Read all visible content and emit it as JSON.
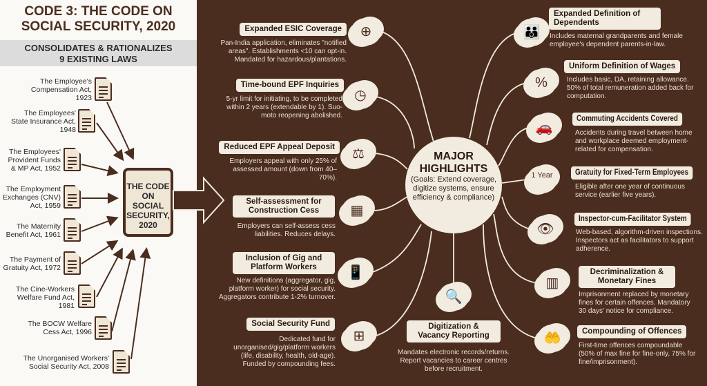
{
  "left": {
    "title_line1": "CODE 3: THE CODE ON",
    "title_line2": "SOCIAL SECURITY, 2020",
    "subtitle_line1": "CONSOLIDATES & RATIONALIZES",
    "subtitle_line2": "9 EXISTING LAWS",
    "laws": [
      {
        "l1": "The Employee's",
        "l2": "Compensation Act,",
        "l3": "1923"
      },
      {
        "l1": "The Employees'",
        "l2": "State Insurance Act,",
        "l3": "1948"
      },
      {
        "l1": "The Employees'",
        "l2": "Provident Funds",
        "l3": "& MP Act, 1952"
      },
      {
        "l1": "The Employment",
        "l2": "Exchanges (CNV)",
        "l3": "Act, 1959"
      },
      {
        "l1": "The Maternity",
        "l2": "Benefit Act, 1961",
        "l3": ""
      },
      {
        "l1": "The Payment of",
        "l2": "Gratuity Act, 1972",
        "l3": ""
      },
      {
        "l1": "The Cine-Workers",
        "l2": "Welfare Fund Act,",
        "l3": "1981"
      },
      {
        "l1": "The BOCW Welfare",
        "l2": "Cess Act, 1996",
        "l3": ""
      },
      {
        "l1": "The Unorganised Workers'",
        "l2": "Social Security Act, 2008",
        "l3": ""
      }
    ],
    "code_box": {
      "l1": "THE CODE",
      "l2": "ON",
      "l3": "SOCIAL",
      "l4": "SECURITY,",
      "l5": "2020"
    }
  },
  "hub": {
    "title_l1": "MAJOR",
    "title_l2": "HIGHLIGHTS",
    "goals": "(Goals: Extend coverage, digitize systems, ensure efficiency & compliance)"
  },
  "highlights": [
    {
      "title": "Expanded ESIC Coverage",
      "desc": "Pan-India application, eliminates \"notified areas\". Establishments <10 can opt-in. Mandated for hazardous/plantations.",
      "icon": "india-map-icon"
    },
    {
      "title": "Time-bound EPF Inquiries",
      "desc": "5-yr limit for initiating, to be completed within 2 years (extendable by 1). Suo-moto reopening abolished.",
      "icon": "clock-search-icon"
    },
    {
      "title": "Reduced EPF Appeal Deposit",
      "desc": "Employers appeal with only 25% of assessed amount (down from 40–70%).",
      "icon": "coins-gavel-icon"
    },
    {
      "title": "Self-assessment for Construction Cess",
      "desc": "Employers can self-assess cess liabilities. Reduces delays.",
      "icon": "calculator-helmet-icon"
    },
    {
      "title": "Inclusion of Gig and Platform Workers",
      "desc": "New definitions (aggregator, gig, platform worker) for social security. Aggregators contribute 1-2% turnover.",
      "icon": "phone-worker-icon"
    },
    {
      "title": "Social Security Fund",
      "desc": "Dedicated fund for unorganised/gig/platform workers (life, disability, health, old-age). Funded by compounding fees.",
      "icon": "chest-plus-icon"
    },
    {
      "title": "Digitization & Vacancy Reporting",
      "desc": "Mandates electronic records/returns. Report vacancies to career centres before recruitment.",
      "icon": "tablet-search-icon"
    },
    {
      "title": "Expanded Definition of Dependents",
      "desc": "Includes maternal grandparents and female employee's dependent parents-in-law.",
      "icon": "family-icon"
    },
    {
      "title": "Uniform Definition of Wages",
      "desc": "Includes basic, DA, retaining allowance. 50% of total remuneration added back for computation.",
      "icon": "wage-percent-icon"
    },
    {
      "title": "Commuting Accidents Covered",
      "desc": "Accidents during travel between home and workplace deemed employment-related for compensation.",
      "icon": "car-crash-icon"
    },
    {
      "title": "Gratuity for Fixed-Term Employees",
      "desc": "Eligible after one year of continuous service (earlier five years).",
      "icon": "calendar-money-icon",
      "icon_text": "1 Year"
    },
    {
      "title": "Inspector-cum-Facilitator System",
      "desc": "Web-based, algorithm-driven inspections. Inspectors act as facilitators to support adherence.",
      "icon": "monitor-eye-icon"
    },
    {
      "title": "Decriminalization & Monetary Fines",
      "desc": "Imprisonment replaced by monetary fines for certain offences. Mandatory 30 days' notice for compliance.",
      "icon": "jail-money-icon"
    },
    {
      "title": "Compounding of Offences",
      "desc": "First-time offences compoundable (50% of max fine for fine-only, 75% for fine/imprisonment).",
      "icon": "hand-coin-icon"
    }
  ],
  "colors": {
    "brown": "#4a2d1f",
    "cream": "#f2ebdf"
  }
}
